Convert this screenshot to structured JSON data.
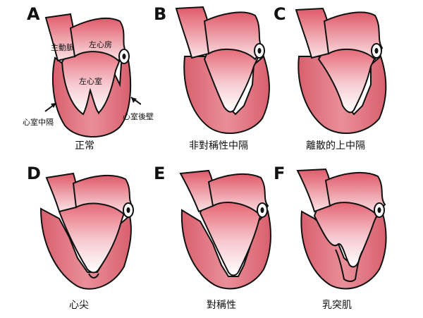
{
  "panels": [
    {
      "letter": "A",
      "caption": "正常"
    },
    {
      "letter": "B",
      "caption": "非對稱性中隔"
    },
    {
      "letter": "C",
      "caption": "離散的上中隔"
    },
    {
      "letter": "D",
      "caption": "心尖"
    },
    {
      "letter": "E",
      "caption": "對稱性"
    },
    {
      "letter": "F",
      "caption": "乳突肌"
    }
  ],
  "labels": {
    "aorta": "主動脈",
    "left_atrium": "左心房",
    "left_ventricle": "左心室",
    "septum": "心室中隔",
    "posterior_wall": "心室後壁"
  },
  "colors": {
    "muscle": "#e07b86",
    "muscle_dark": "#c95767",
    "chamber_top": "#e8707c",
    "outline": "#111111"
  }
}
